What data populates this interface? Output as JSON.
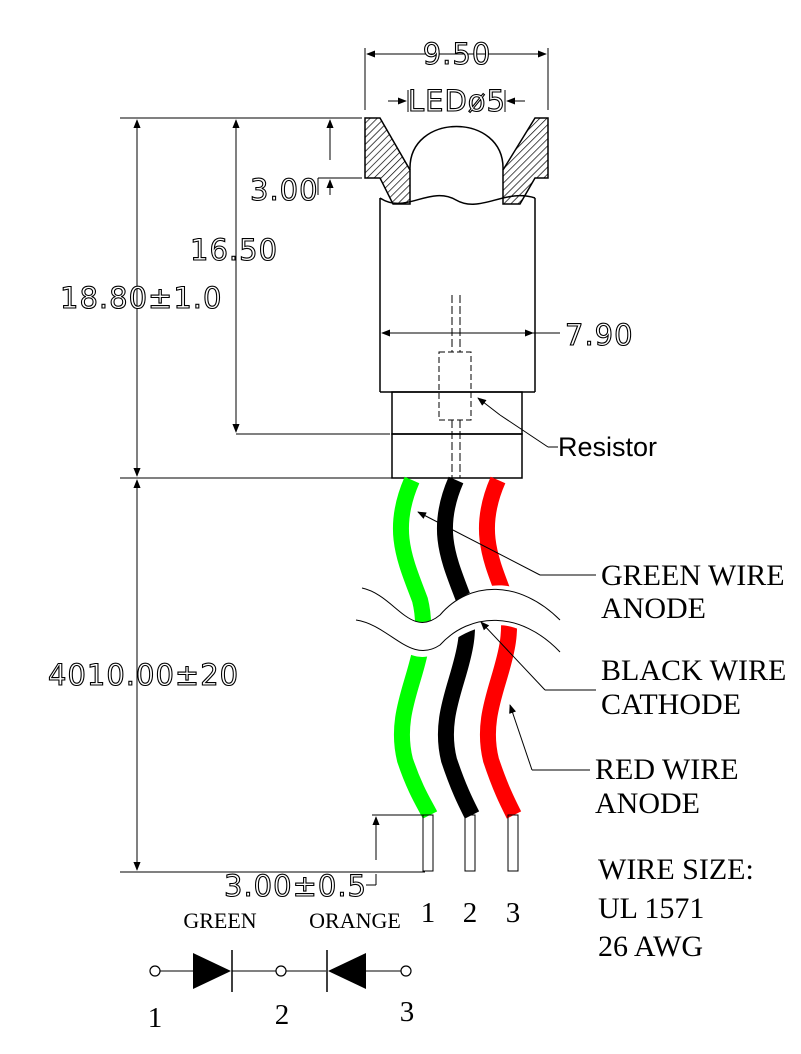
{
  "dimensions": {
    "width": "9.50",
    "led": "LEDø5",
    "flange": "3.00",
    "body_height": "16.50",
    "total_height": "18.80±1.0",
    "body_diameter": "7.90",
    "lead_length": "4010.00±20",
    "strip_length": "3.00±0.5"
  },
  "callouts": {
    "resistor": "Resistor",
    "green_wire": [
      "GREEN WIRE",
      "ANODE"
    ],
    "black_wire": [
      "BLACK WIRE",
      "CATHODE"
    ],
    "red_wire": [
      "RED WIRE",
      "ANODE"
    ]
  },
  "wire_spec": [
    "WIRE SIZE:",
    "UL 1571",
    "26 AWG"
  ],
  "wire_numbers": [
    "1",
    "2",
    "3"
  ],
  "schematic": {
    "diode_labels": [
      "GREEN",
      "ORANGE"
    ],
    "pins": [
      "1",
      "2",
      "3"
    ]
  },
  "colors": {
    "green_wire": "#00ff00",
    "black_wire": "#000000",
    "red_wire": "#ff0000"
  }
}
